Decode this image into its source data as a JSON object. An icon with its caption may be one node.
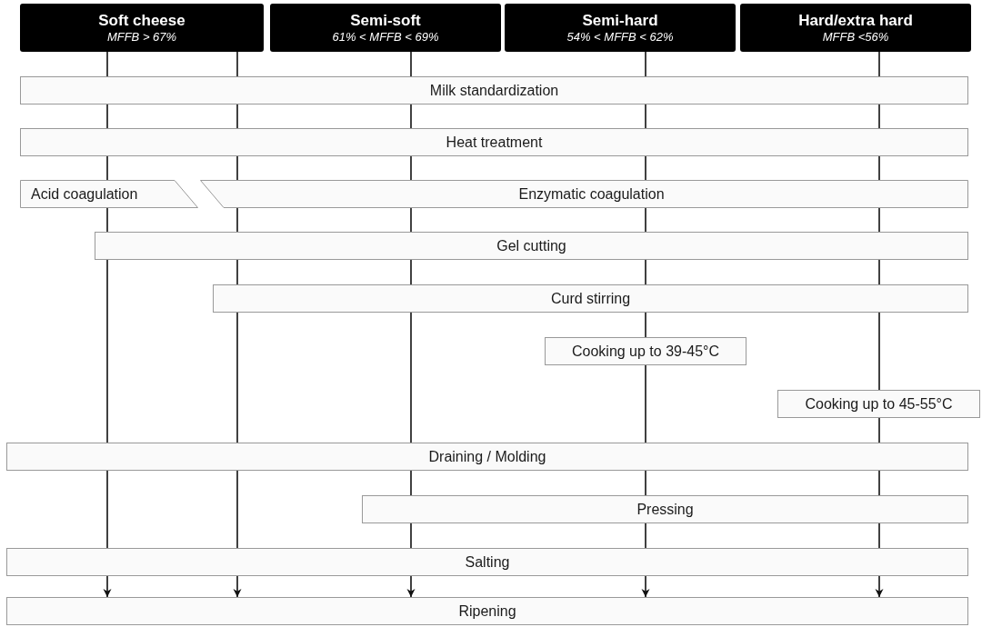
{
  "diagram": {
    "nodes": [
      {
        "text": [
          "Soft cheese",
          "*MFFB > 67%*"
        ]
      },
      {
        "text": [
          "Semi-soft",
          "*61% < MFFB < 69%*"
        ]
      },
      {
        "text": [
          "Semi-hard",
          "*54% < MFFB < 62%*"
        ]
      },
      {
        "text": [
          "Hard/extra hard",
          "*MFFB <56%*"
        ]
      },
      {
        "text": [
          "Milk standardization"
        ]
      },
      {
        "text": [
          "Heat treatment"
        ]
      },
      {
        "text": [
          "Acid coagulation"
        ]
      },
      {
        "text": [
          "Enzymatic coagulation"
        ]
      },
      {
        "text": [
          "Gel cutting"
        ]
      },
      {
        "text": [
          "Curd stirring"
        ]
      },
      {
        "text": [
          "Cooking up to 39-45°C"
        ]
      },
      {
        "text": [
          "Cooking up to 45-55°C"
        ]
      },
      {
        "text": [
          "Draining / Molding"
        ]
      },
      {
        "text": [
          "Pressing"
        ]
      },
      {
        "text": [
          "Salting"
        ]
      },
      {
        "text": [
          "Ripening"
        ]
      }
    ],
    "edges": [
      {
        "from": 0,
        "to": 4,
        "arrow": "none"
      },
      {
        "from": 4,
        "to": 5,
        "arrow": "none"
      },
      {
        "from": 5,
        "to": 6,
        "arrow": "none"
      },
      {
        "from": 6,
        "to": 8,
        "arrow": "none"
      },
      {
        "from": 8,
        "to": 12,
        "arrow": "none"
      },
      {
        "from": 12,
        "to": 14,
        "arrow": "none"
      },
      {
        "from": 14,
        "to": 15,
        "arrow": "to"
      },
      {
        "from": 0,
        "to": 4,
        "arrow": "none"
      },
      {
        "from": 4,
        "to": 5,
        "arrow": "none"
      },
      {
        "from": 5,
        "to": 7,
        "arrow": "none"
      },
      {
        "from": 7,
        "to": 8,
        "arrow": "none"
      },
      {
        "from": 8,
        "to": 9,
        "arrow": "none"
      },
      {
        "from": 9,
        "to": 12,
        "arrow": "none"
      },
      {
        "from": 12,
        "to": 14,
        "arrow": "none"
      },
      {
        "from": 14,
        "to": 15,
        "arrow": "to"
      },
      {
        "from": 1,
        "to": 4,
        "arrow": "none"
      },
      {
        "from": 4,
        "to": 5,
        "arrow": "none"
      },
      {
        "from": 5,
        "to": 7,
        "arrow": "none"
      },
      {
        "from": 7,
        "to": 8,
        "arrow": "none"
      },
      {
        "from": 8,
        "to": 9,
        "arrow": "none"
      },
      {
        "from": 9,
        "to": 12,
        "arrow": "none"
      },
      {
        "from": 12,
        "to": 13,
        "arrow": "none"
      },
      {
        "from": 13,
        "to": 14,
        "arrow": "none"
      },
      {
        "from": 14,
        "to": 15,
        "arrow": "to"
      },
      {
        "from": 2,
        "to": 4,
        "arrow": "none"
      },
      {
        "from": 4,
        "to": 5,
        "arrow": "none"
      },
      {
        "from": 5,
        "to": 7,
        "arrow": "none"
      },
      {
        "from": 7,
        "to": 8,
        "arrow": "none"
      },
      {
        "from": 8,
        "to": 9,
        "arrow": "none"
      },
      {
        "from": 9,
        "to": 10,
        "arrow": "none"
      },
      {
        "from": 10,
        "to": 12,
        "arrow": "none"
      },
      {
        "from": 12,
        "to": 13,
        "arrow": "none"
      },
      {
        "from": 13,
        "to": 14,
        "arrow": "none"
      },
      {
        "from": 14,
        "to": 15,
        "arrow": "to"
      },
      {
        "from": 3,
        "to": 4,
        "arrow": "none"
      },
      {
        "from": 4,
        "to": 5,
        "arrow": "none"
      },
      {
        "from": 5,
        "to": 7,
        "arrow": "none"
      },
      {
        "from": 7,
        "to": 8,
        "arrow": "none"
      },
      {
        "from": 8,
        "to": 9,
        "arrow": "none"
      },
      {
        "from": 9,
        "to": 11,
        "arrow": "none"
      },
      {
        "from": 11,
        "to": 12,
        "arrow": "none"
      },
      {
        "from": 12,
        "to": 13,
        "arrow": "none"
      },
      {
        "from": 13,
        "to": 14,
        "arrow": "none"
      },
      {
        "from": 14,
        "to": 15,
        "arrow": "to"
      }
    ]
  }
}
